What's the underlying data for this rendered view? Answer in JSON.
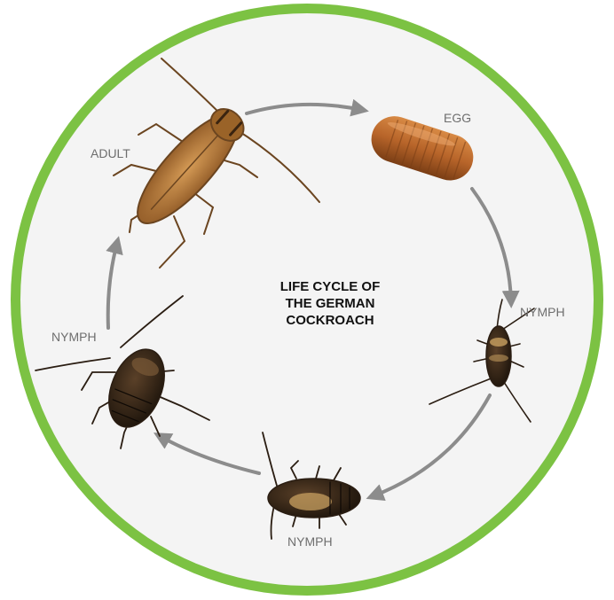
{
  "diagram": {
    "title_lines": [
      "LIFE CYCLE OF",
      "THE GERMAN",
      "COCKROACH"
    ],
    "labels": {
      "egg": "EGG",
      "nymph_right": "NYMPH",
      "nymph_bottom": "NYMPH",
      "nymph_left": "NYMPH",
      "adult": "ADULT"
    },
    "colors": {
      "ring": "#7cc243",
      "disc": "#f3f3f3",
      "arrow": "#8c8c8c",
      "label": "#6e6e6e",
      "title": "#111111",
      "egg": "#b8652a",
      "adult_body": "#b57936",
      "nymph_body": "#2a1d12",
      "nymph_band": "#c8a060"
    },
    "stages": [
      "egg",
      "nymph",
      "nymph",
      "nymph",
      "adult"
    ]
  }
}
